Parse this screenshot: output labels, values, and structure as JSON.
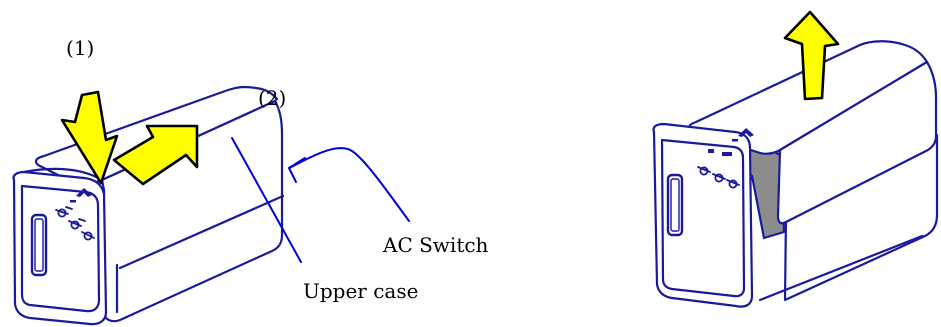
{
  "labels": {
    "step1": "(1)",
    "step2": "(2)",
    "ac_switch": "AC Switch",
    "upper_case": "Upper case"
  },
  "colors": {
    "outline": "#1a1a9c",
    "arrow_fill": "#ffff00",
    "arrow_stroke": "#000000",
    "callout": "#0000e0",
    "gap_gray": "#8c8c8c"
  }
}
